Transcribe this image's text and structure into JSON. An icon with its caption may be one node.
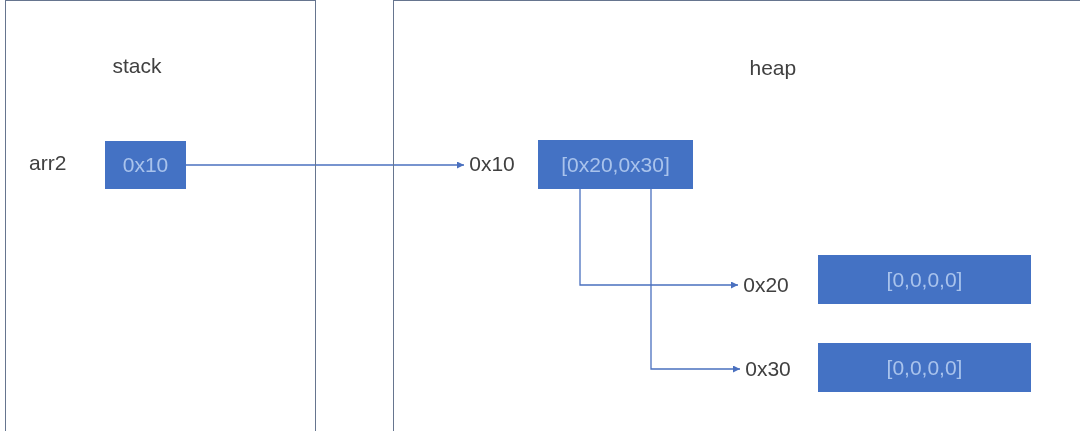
{
  "diagram": {
    "nodes": [
      {
        "text": [
          "stack"
        ]
      },
      {
        "text": [
          "heap"
        ]
      },
      {
        "text": [
          "0x10"
        ],
        "in": 0,
        "beside": [
          "arr2"
        ]
      },
      {
        "text": [
          "0x10"
        ],
        "in": 1
      },
      {
        "text": [
          "[0x20,0x30]"
        ],
        "in": 1
      },
      {
        "text": [
          "0x20"
        ],
        "in": 1
      },
      {
        "text": [
          "[0,0,0,0]"
        ],
        "in": 1
      },
      {
        "text": [
          "0x30"
        ],
        "in": 1
      },
      {
        "text": [
          "[0,0,0,0]"
        ],
        "in": 1
      }
    ],
    "edges": [
      {
        "from": 2,
        "to": 3,
        "arrow": "to"
      },
      {
        "from": 4,
        "to": 5,
        "arrow": "to"
      },
      {
        "from": 4,
        "to": 7,
        "arrow": "to"
      }
    ]
  }
}
